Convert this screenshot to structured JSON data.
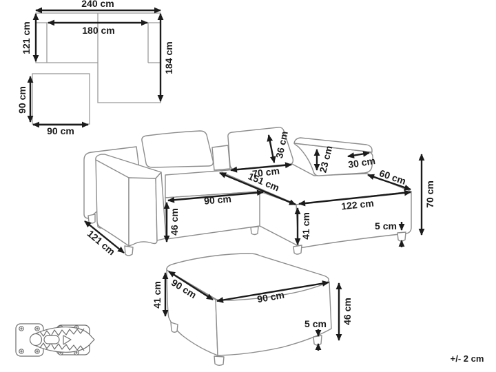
{
  "floor_plan": {
    "overall_width": "240 cm",
    "inner_width": "180 cm",
    "sofa_depth": "121 cm",
    "chaise_depth": "184 cm",
    "ottoman_plan_depth": "90 cm",
    "ottoman_plan_width": "90 cm"
  },
  "sofa": {
    "back_cushion_height": "36 cm",
    "back_cushion_width": "70 cm",
    "chaise_inner_length": "151 cm",
    "seat_width": "90 cm",
    "seat_height": "46 cm",
    "module_depth": "121 cm",
    "armrest_height": "23 cm",
    "armrest_width": "30 cm",
    "chaise_end_width": "60 cm",
    "chaise_side_length": "122 cm",
    "base_height": "41 cm",
    "leg_height": "5 cm",
    "overall_height": "70 cm"
  },
  "ottoman": {
    "base_height": "41 cm",
    "top_depth": "90 cm",
    "top_width": "90 cm",
    "overall_height": "46 cm",
    "leg_height": "5 cm"
  },
  "footer": {
    "tolerance": "+/- 2 cm"
  },
  "colors": {
    "background": "#ffffff",
    "plan_outline": "#9a9a9a",
    "drawing_outline": "#8d8d8d",
    "dimension": "#1b1b1b"
  }
}
